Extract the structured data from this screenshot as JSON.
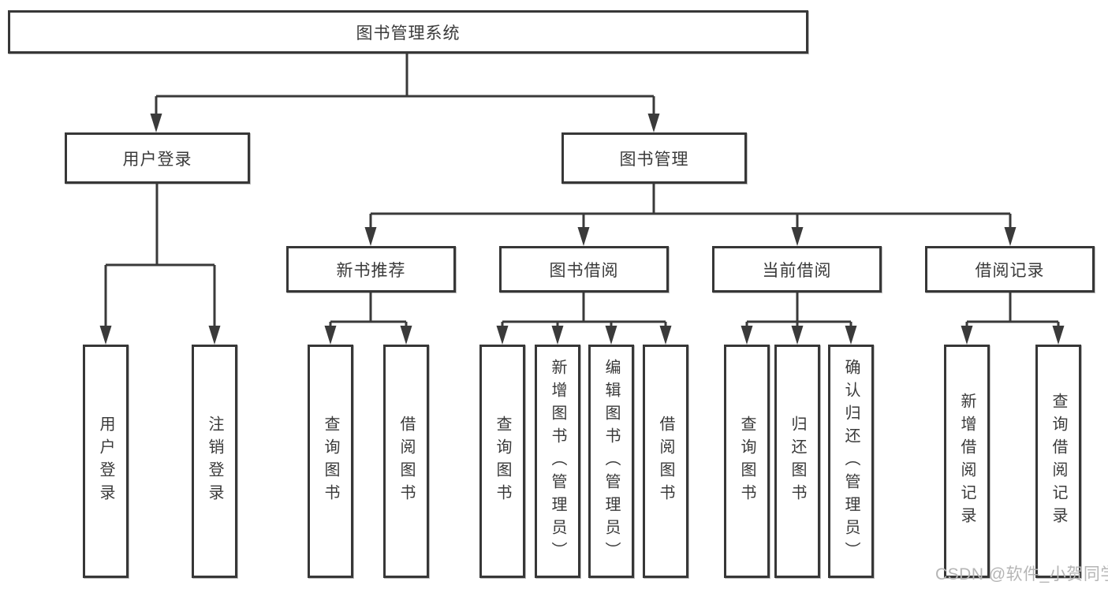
{
  "diagram_type": "hierarchy-diagram",
  "colors": {
    "line": "#3a3a3a",
    "box_border": "#373737",
    "text": "#3a3a3a",
    "background": "#ffffff",
    "watermark": "#b5b5b5"
  },
  "watermark": {
    "text": "CSDN @软件_小贺同学"
  },
  "tree": {
    "label": "图书管理系统",
    "children": [
      {
        "label": "用户登录",
        "children": [
          {
            "label": "用户登录"
          },
          {
            "label": "注销登录"
          }
        ]
      },
      {
        "label": "图书管理",
        "children": [
          {
            "label": "新书推荐",
            "children": [
              {
                "label": "查询图书"
              },
              {
                "label": "借阅图书"
              }
            ]
          },
          {
            "label": "图书借阅",
            "children": [
              {
                "label": "查询图书"
              },
              {
                "label": "新增图书（管理员）"
              },
              {
                "label": "编辑图书（管理员）"
              },
              {
                "label": "借阅图书"
              }
            ]
          },
          {
            "label": "当前借阅",
            "children": [
              {
                "label": "查询图书"
              },
              {
                "label": "归还图书"
              },
              {
                "label": "确认归还（管理员）"
              }
            ]
          },
          {
            "label": "借阅记录",
            "children": [
              {
                "label": "新增借阅记录"
              },
              {
                "label": "查询借阅记录"
              }
            ]
          }
        ]
      }
    ]
  }
}
